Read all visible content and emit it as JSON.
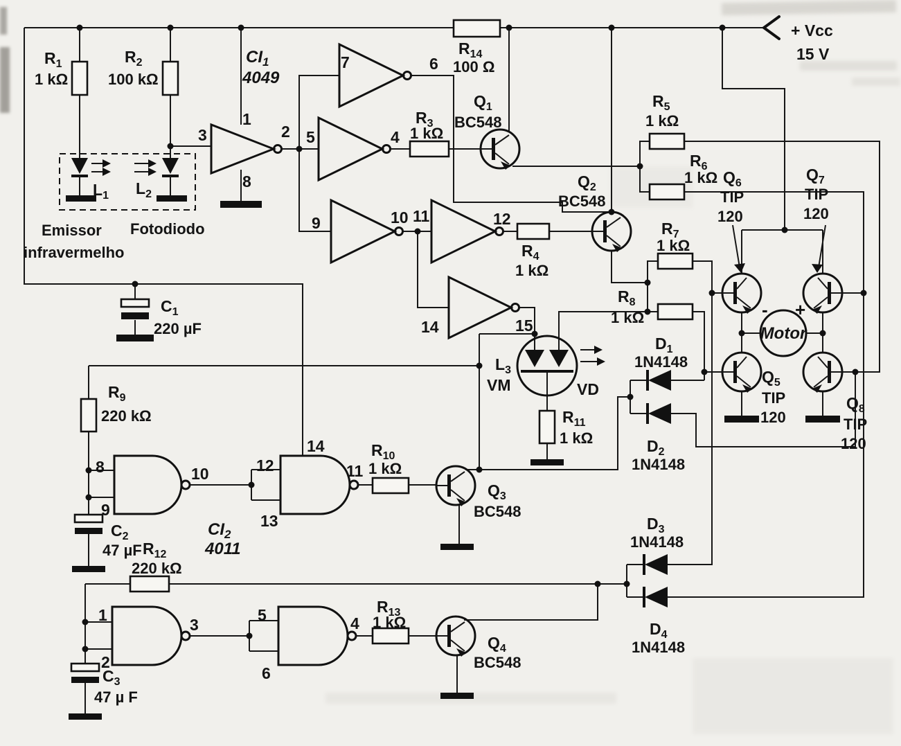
{
  "power": {
    "vcc": "+ Vcc",
    "voltage": "15 V"
  },
  "ic1": {
    "ref": "CI",
    "sub": "1",
    "part": "4049"
  },
  "ic2": {
    "ref": "CI",
    "sub": "2",
    "part": "4011"
  },
  "sensor": {
    "emitter_line1": "Emissor",
    "emitter_line2": "infravermelho",
    "photodiode": "Fotodiodo"
  },
  "motor": {
    "name": "Motor",
    "minus": "-",
    "plus": "+"
  },
  "resistors": {
    "r1": {
      "ref": "R",
      "sub": "1",
      "value": "1 kΩ"
    },
    "r2": {
      "ref": "R",
      "sub": "2",
      "value": "100 kΩ"
    },
    "r3": {
      "ref": "R",
      "sub": "3",
      "value": "1 kΩ"
    },
    "r4": {
      "ref": "R",
      "sub": "4",
      "value": "1 kΩ"
    },
    "r5": {
      "ref": "R",
      "sub": "5",
      "value": "1 kΩ"
    },
    "r6": {
      "ref": "R",
      "sub": "6",
      "value": "1 kΩ"
    },
    "r7": {
      "ref": "R",
      "sub": "7",
      "value": "1 kΩ"
    },
    "r8": {
      "ref": "R",
      "sub": "8",
      "value": "1 kΩ"
    },
    "r9": {
      "ref": "R",
      "sub": "9",
      "value": "220 kΩ"
    },
    "r10": {
      "ref": "R",
      "sub": "10",
      "value": "1 kΩ"
    },
    "r11": {
      "ref": "R",
      "sub": "11",
      "value": "1 kΩ"
    },
    "r12": {
      "ref": "R",
      "sub": "12",
      "value": "220 kΩ"
    },
    "r13": {
      "ref": "R",
      "sub": "13",
      "value": "1 kΩ"
    },
    "r14": {
      "ref": "R",
      "sub": "14",
      "value": "100 Ω"
    }
  },
  "capacitors": {
    "c1": {
      "ref": "C",
      "sub": "1",
      "value": "220 µF"
    },
    "c2": {
      "ref": "C",
      "sub": "2",
      "value": "47 µF"
    },
    "c3": {
      "ref": "C",
      "sub": "3",
      "value": "47 µ F"
    }
  },
  "transistors": {
    "q1": {
      "ref": "Q",
      "sub": "1",
      "part": "BC548"
    },
    "q2": {
      "ref": "Q",
      "sub": "2",
      "part": "BC548"
    },
    "q3": {
      "ref": "Q",
      "sub": "3",
      "part": "BC548"
    },
    "q4": {
      "ref": "Q",
      "sub": "4",
      "part": "BC548"
    },
    "q5": {
      "ref": "Q",
      "sub": "5",
      "part1": "TIP",
      "part2": "120"
    },
    "q6": {
      "ref": "Q",
      "sub": "6",
      "part1": "TIP",
      "part2": "120"
    },
    "q7": {
      "ref": "Q",
      "sub": "7",
      "part1": "TIP",
      "part2": "120"
    },
    "q8": {
      "ref": "Q",
      "sub": "8",
      "part1": "TIP",
      "part2": "120"
    }
  },
  "diodes": {
    "d1": {
      "ref": "D",
      "sub": "1",
      "part": "1N4148"
    },
    "d2": {
      "ref": "D",
      "sub": "2",
      "part": "1N4148"
    },
    "d3": {
      "ref": "D",
      "sub": "3",
      "part": "1N4148"
    },
    "d4": {
      "ref": "D",
      "sub": "4",
      "part": "1N4148"
    }
  },
  "leds": {
    "l1": {
      "ref": "L",
      "sub": "1"
    },
    "l2": {
      "ref": "L",
      "sub": "2"
    },
    "l3": {
      "ref": "L",
      "sub": "3",
      "color_left": "VM",
      "color_right": "VD"
    }
  },
  "pins": {
    "inv1_top": "1",
    "inv1_out": "2",
    "inv1_in": "3",
    "inv1_gnd": "8",
    "inv2_in": "7",
    "inv2_out": "6",
    "inv3_in": "5",
    "inv3_out": "4",
    "inv4_in": "9",
    "inv4_out": "10",
    "inv5_in": "11",
    "inv5_out": "12",
    "inv6_in": "14",
    "inv6_out": "15",
    "nA_in1": "8",
    "nA_in2": "9",
    "nA_out": "10",
    "nB_in1": "12",
    "nB_in2": "13",
    "nB_out": "11",
    "nB_vcc": "14",
    "nC_in1": "1",
    "nC_in2": "2",
    "nC_out": "3",
    "nD_in1": "5",
    "nD_in2": "6",
    "nD_out": "4"
  }
}
